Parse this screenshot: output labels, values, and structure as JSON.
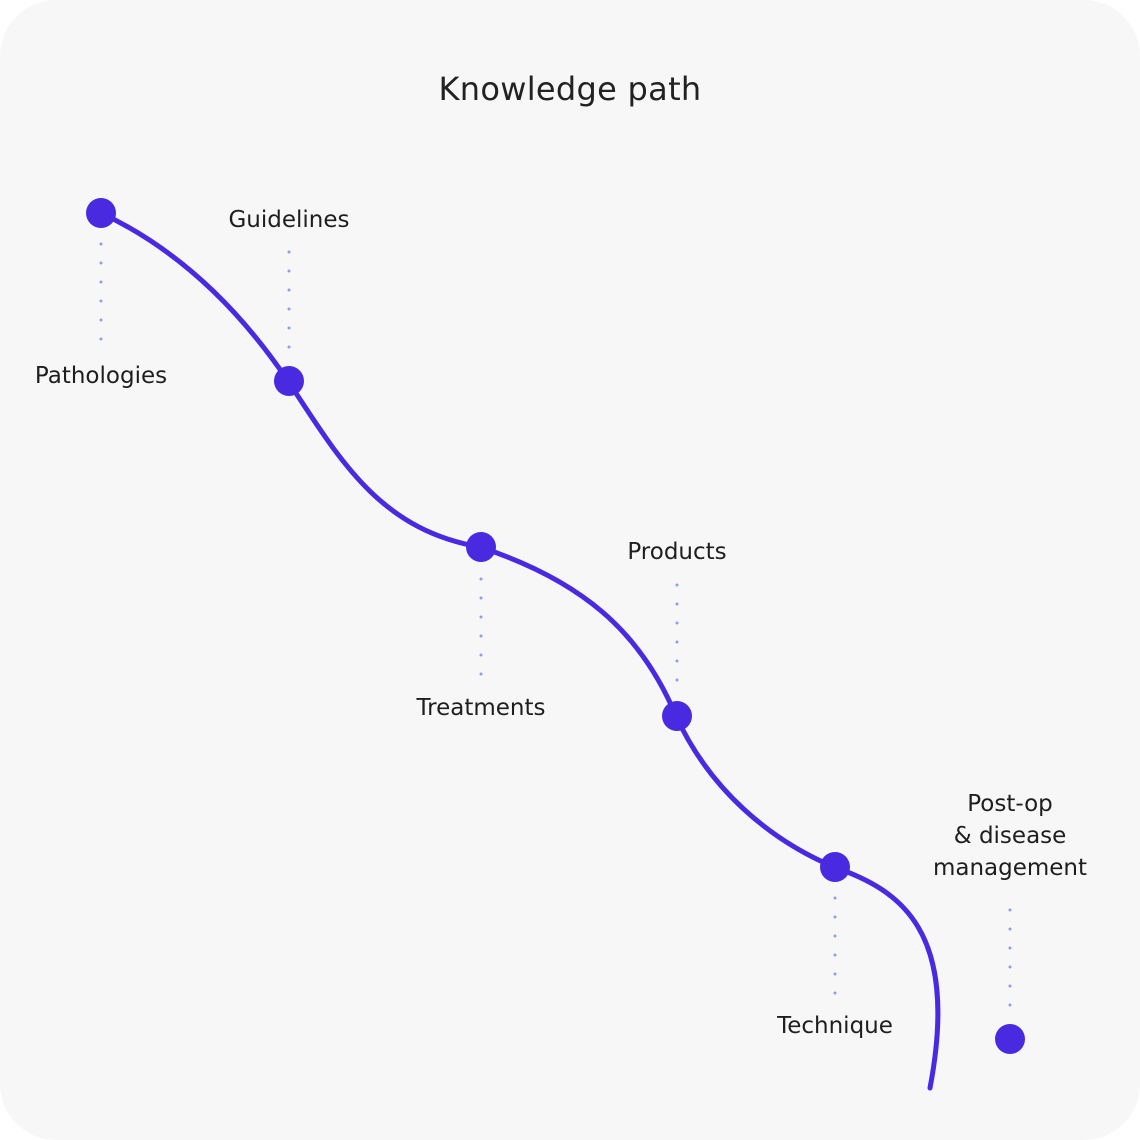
{
  "title": "Knowledge path",
  "colors": {
    "line": "#4a2ae0",
    "node": "#4a2ae0",
    "dots": "#8f9cf0",
    "background": "#f7f7f8"
  },
  "steps": [
    {
      "label": "Pathologies"
    },
    {
      "label": "Guidelines"
    },
    {
      "label": "Treatments"
    },
    {
      "label": "Products"
    },
    {
      "label": "Technique"
    },
    {
      "label_lines": [
        "Post-op",
        "& disease",
        "management"
      ]
    }
  ]
}
